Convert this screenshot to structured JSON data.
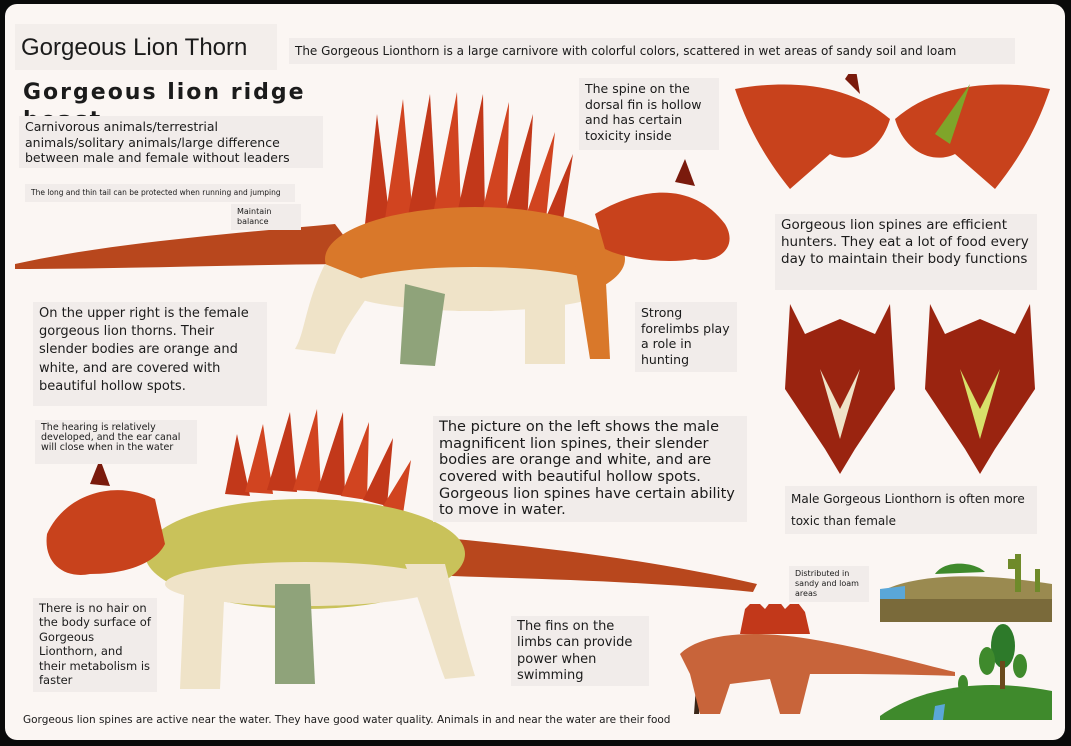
{
  "title": "Gorgeous Lion Thorn",
  "subtitle": "Gorgeous lion ridge beast",
  "intro": "The Gorgeous Lionthorn is a large carnivore with colorful colors, scattered in wet areas of sandy soil and loam",
  "classification": "Carnivorous animals/terrestrial animals/solitary animals/large difference between male and female without leaders",
  "tail_note": "The long and thin tail can be protected when running and jumping",
  "balance_note": "Maintain balance",
  "spine_note": "The spine on the dorsal fin is hollow and has certain toxicity inside",
  "female_note": "On the upper right is the female gorgeous lion thorns. Their slender bodies are orange and white, and are covered with beautiful hollow spots.",
  "forelimb_note": "Strong forelimbs play a role in hunting",
  "hunter_note": "Gorgeous lion spines are efficient hunters. They eat a lot of food every day to maintain their body functions",
  "hearing_note": "The hearing is relatively developed, and the ear canal will close when in the water",
  "male_note": "The picture on the left shows the male magnificent lion spines, their slender bodies are orange and white, and are covered with beautiful hollow spots. Gorgeous lion spines have certain ability to move in water.",
  "toxic_note": "Male Gorgeous Lionthorn is often more toxic than female",
  "hair_note": "There is no hair on the body surface of Gorgeous Lionthorn, and their metabolism is faster",
  "fins_note": "The fins on the limbs can provide power when swimming",
  "distribution_note": "Distributed in sandy and loam areas",
  "water_note": "Gorgeous lion spines are active near the water. They have good water quality. Animals in and near the water are their food",
  "colors": {
    "female_body": "#d9782a",
    "male_body": "#c9c25a",
    "fin_red": "#b02a10",
    "belly": "#efe3c8"
  }
}
